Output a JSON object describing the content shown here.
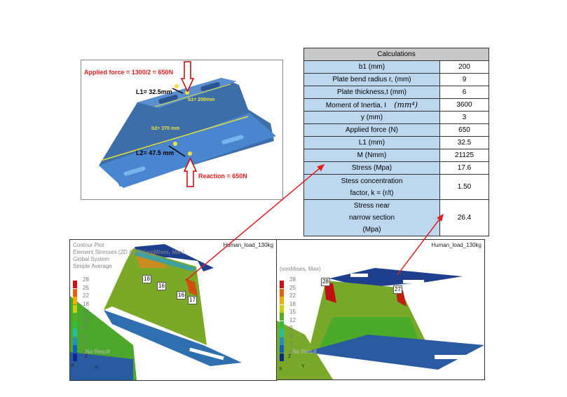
{
  "diagram": {
    "applied_force": "Applied force = 1300/2 = 650N",
    "l1": "L1= 32.5mm",
    "b1": "b1= 200mm",
    "b2": "b2= 370 mm",
    "l2": "L2= 47.5 mm",
    "reaction": "Reaction = 650N"
  },
  "calculations": {
    "title": "Calculations",
    "rows": [
      {
        "label": "b1 (mm)",
        "value": "200"
      },
      {
        "label": "Plate bend radius r, (mm)",
        "value": "9"
      },
      {
        "label": "Plate thickness,t (mm)",
        "value": "6"
      },
      {
        "label": "Moment of Inertia, I",
        "unit": "(mm⁴)",
        "value": "3600"
      },
      {
        "label": "y (mm)",
        "value": "3"
      },
      {
        "label": "Applied force (N)",
        "value": "650"
      },
      {
        "label": "L1 (mm)",
        "value": "32.5"
      },
      {
        "label": "M (Nmm)",
        "value": "21125"
      },
      {
        "label": "Stress (Mpa)",
        "value": "17.6"
      },
      {
        "label": "Stess concentration",
        "label2": "factor, k = (r/t)",
        "value": "1.50"
      },
      {
        "label": "Stress near",
        "label2": "narrow section",
        "label3": "(Mpa)",
        "value": "26.4"
      }
    ]
  },
  "plot_left": {
    "title": "Human_load_130kg",
    "header": [
      "Contour Plot",
      "Element Stresses (2D & 3D)(vonMises, Max)",
      "Global System",
      "Simple Average"
    ],
    "legend": [
      "28",
      "25",
      "22",
      "18",
      "15",
      "12",
      "9",
      "6",
      "3",
      "0"
    ],
    "no_result": "No Result",
    "tags": [
      "18",
      "16",
      "16",
      "17"
    ],
    "axes": [
      "Z",
      "X",
      "Y"
    ]
  },
  "plot_right": {
    "title": "Human_load_130kg",
    "header": [
      "(vonMises, Max)"
    ],
    "legend": [
      "28",
      "25",
      "22",
      "18",
      "15",
      "12",
      "9",
      "6",
      "3",
      "0"
    ],
    "no_result": "No Result",
    "tags": [
      "28",
      "27"
    ],
    "axes": [
      "Z",
      "X",
      "Y"
    ]
  },
  "colors": {
    "legend": [
      "#d01010",
      "#e86010",
      "#f0b000",
      "#c8d000",
      "#50b020",
      "#30c040",
      "#20c0a0",
      "#2090c0",
      "#1060c0",
      "#0a2a90"
    ],
    "arrow": "#e02020"
  }
}
